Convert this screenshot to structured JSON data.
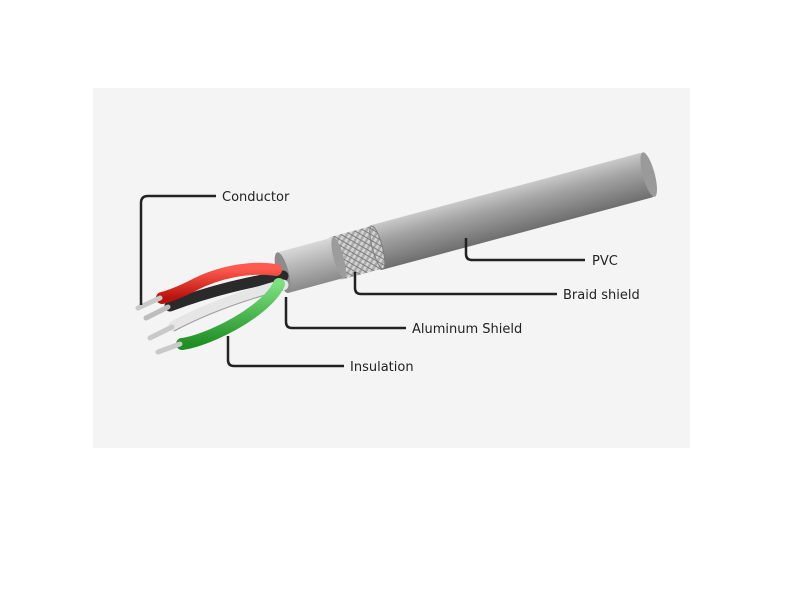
{
  "diagram": {
    "labels": {
      "conductor": "Conductor",
      "pvc": "PVC",
      "braid_shield": "Braid shield",
      "aluminum_shield": "Aluminum Shield",
      "insulation": "Insulation"
    }
  },
  "colors": {
    "panel_background": "#f4f4f4",
    "jacket": "#9a9a9a",
    "jacket_highlight": "#c4c4c4",
    "jacket_shadow": "#6e6e6e",
    "braid": "#b0b0b0",
    "foil": "#bdbdbd",
    "wire_red": "#e8231b",
    "wire_green": "#33c13a",
    "wire_black": "#2a2a2a",
    "wire_white": "#e6e6e6",
    "conductor_metal": "#c9c9c9",
    "leader_line": "#222222"
  }
}
